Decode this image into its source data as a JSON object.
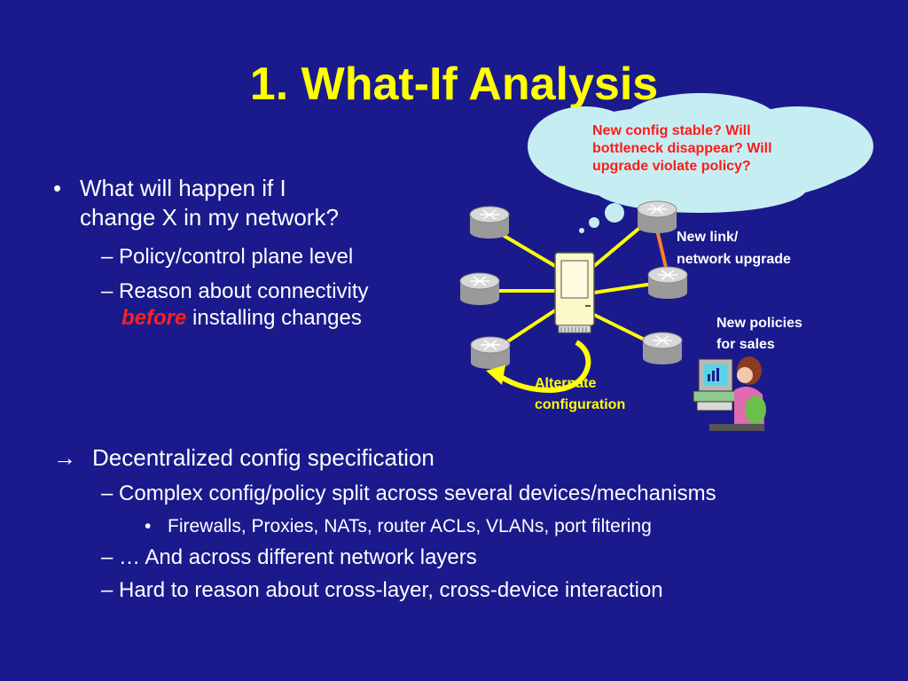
{
  "slide": {
    "title": "1. What-If Analysis",
    "bullet1": {
      "marker": "•",
      "line1": "What will happen if I",
      "line2": "change X in my network?",
      "sub1": "– Policy/control plane level",
      "sub2_prefix": "– Reason about  connectivity",
      "sub2_emph": "before",
      "sub2_suffix": " installing changes"
    },
    "section2": {
      "arrow": "→",
      "heading": "Decentralized config specification",
      "item1": "–  Complex config/policy split across several devices/mechanisms",
      "item1_marker": "•",
      "item1_sub": "Firewalls, Proxies, NATs, router ACLs, VLANs, port filtering",
      "item2": "–  … And across different network layers",
      "item3": "–  Hard to reason about cross-layer, cross-device interaction"
    }
  },
  "diagram": {
    "thought": "New config stable? Will bottleneck disappear? Will upgrade violate policy?",
    "new_link_line1": "New link/",
    "new_link_line2": "network upgrade",
    "new_policies_line1": "New policies",
    "new_policies_line2": "for sales",
    "alternate_line1": "Alternate",
    "alternate_line2": "configuration"
  },
  "colors": {
    "background": "#1a1a8c",
    "title": "#ffff00",
    "emphasis": "#ff2020",
    "link": "#ffff00",
    "new_link": "#ff7f27",
    "cloud": "#c6eef2"
  }
}
